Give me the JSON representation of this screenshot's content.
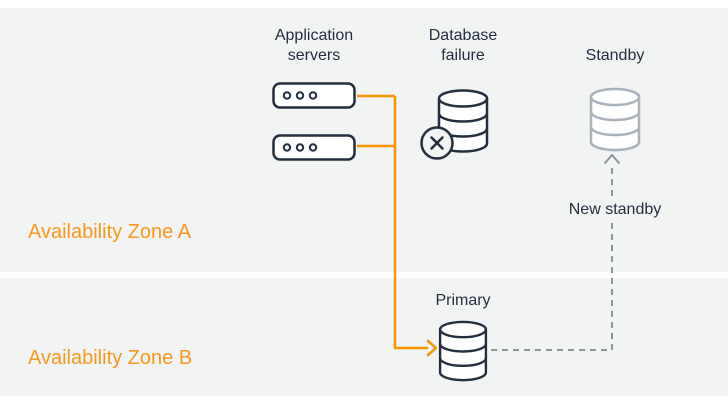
{
  "diagram": {
    "title": "Availability zone database failover diagram",
    "labels": {
      "app_servers": "Application servers",
      "db_failure": "Database failure",
      "standby": "Standby",
      "new_standby": "New standby",
      "primary": "Primary",
      "zone_a": "Availability Zone A",
      "zone_b": "Availability Zone B"
    },
    "icons": {
      "app_server_1": "server-icon",
      "app_server_2": "server-icon",
      "failed_database": "database-failure-icon",
      "failure_badge": "x-circle-icon",
      "standby_database": "database-standby-icon",
      "primary_database": "database-primary-icon"
    },
    "connectors": {
      "app_to_primary": "orange solid arrow from application servers down to primary database",
      "primary_to_standby": "gray dashed arrow from primary database up to new standby database"
    },
    "colors": {
      "accent_orange": "#f79400",
      "orange_text": "#f7981d",
      "ink_navy": "#232f3e",
      "zone_bg": "#f2f3f3",
      "standby_gray": "#a9b1ba",
      "connector_gray": "#8c959f",
      "canvas_white": "#ffffff"
    }
  }
}
